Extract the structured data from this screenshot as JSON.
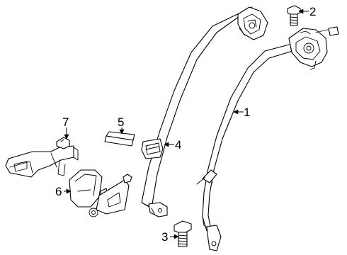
{
  "diagram": {
    "callouts": {
      "belt_assembly": "1",
      "bolt_top": "2",
      "bolt_bottom": "3",
      "guide_loop": "4",
      "trim_pad": "5",
      "buckle": "6",
      "clip": "7"
    }
  }
}
